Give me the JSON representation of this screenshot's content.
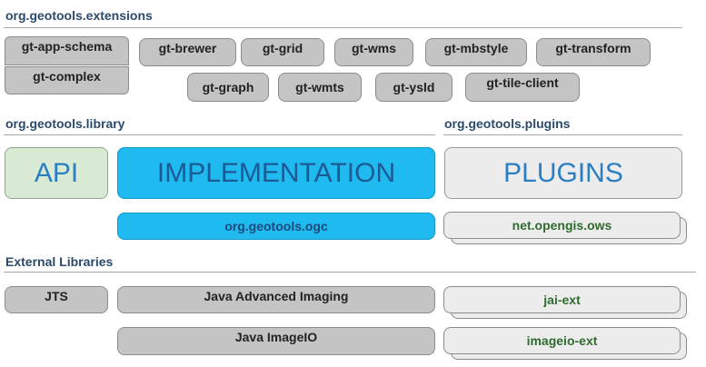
{
  "extensions": {
    "title": "org.geotools.extensions",
    "modules": [
      "gt-app-schema",
      "gt-brewer",
      "gt-grid",
      "gt-wms",
      "gt-mbstyle",
      "gt-transform",
      "gt-complex",
      "gt-graph",
      "gt-wmts",
      "gt-ysld",
      "gt-tile-client"
    ]
  },
  "library": {
    "title": "org.geotools.library",
    "api": "API",
    "implementation": "IMPLEMENTATION",
    "ogc": "org.geotools.ogc"
  },
  "plugins": {
    "title": "org.geotools.plugins",
    "label": "PLUGINS",
    "ows": "net.opengis.ows"
  },
  "external": {
    "title": "External Libraries",
    "jts": "JTS",
    "jai": "Java Advanced Imaging",
    "imageio": "Java ImageIO",
    "jai_ext": "jai-ext",
    "imageio_ext": "imageio-ext"
  }
}
